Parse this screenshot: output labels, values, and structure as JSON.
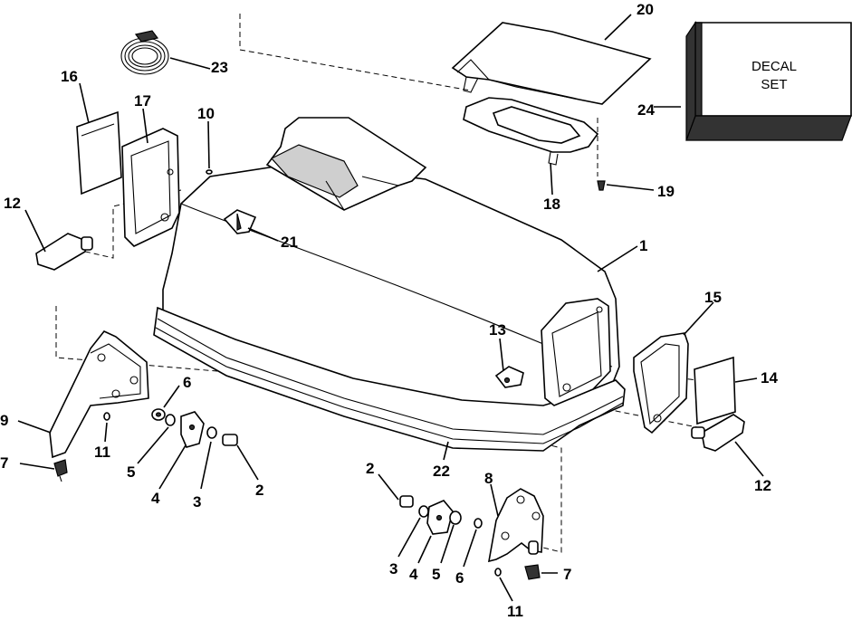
{
  "labels": {
    "l1": "1",
    "l2a": "2",
    "l2b": "2",
    "l3a": "3",
    "l3b": "3",
    "l4a": "4",
    "l4b": "4",
    "l5a": "5",
    "l5b": "5",
    "l6a": "6",
    "l6b": "6",
    "l7a": "7",
    "l7b": "7",
    "l8": "8",
    "l9": "9",
    "l10": "10",
    "l11a": "11",
    "l11b": "11",
    "l12a": "12",
    "l12b": "12",
    "l13": "13",
    "l14": "14",
    "l15": "15",
    "l16": "16",
    "l17": "17",
    "l18": "18",
    "l19": "19",
    "l20": "20",
    "l21": "21",
    "l22": "22",
    "l23": "23",
    "l24": "24"
  },
  "decal_box": {
    "line1": "DECAL",
    "line2": "SET"
  }
}
